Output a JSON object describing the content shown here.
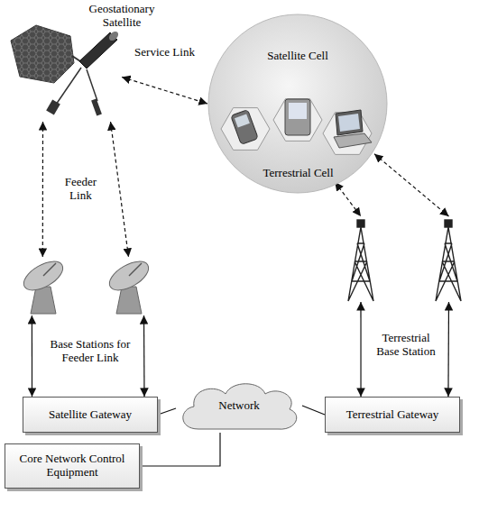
{
  "diagram": {
    "nodes": [
      {
        "text": [
          "Geostationary Satellite"
        ]
      },
      {
        "text": [
          "Satellite Cell"
        ]
      },
      {
        "text": [
          "Terrestrial Cell"
        ],
        "in": 1
      },
      {
        "text": [
          "Base Stations for Feeder Link"
        ]
      },
      {
        "text": [
          "Terrestrial Base Station"
        ]
      },
      {
        "text": [
          "Satellite Gateway"
        ]
      },
      {
        "text": [
          "Network"
        ]
      },
      {
        "text": [
          "Terrestrial Gateway"
        ]
      },
      {
        "text": [
          "Core Network Control Equipment"
        ]
      }
    ],
    "edges": [
      {
        "from": 0,
        "to": 1,
        "label": "Service Link",
        "arrow": "both"
      },
      {
        "from": 0,
        "to": 3,
        "label": "Feeder Link",
        "arrow": "both"
      },
      {
        "from": 0,
        "to": 3,
        "arrow": "both"
      },
      {
        "from": 3,
        "to": 5,
        "arrow": "both"
      },
      {
        "from": 3,
        "to": 5,
        "arrow": "both"
      },
      {
        "from": 2,
        "to": 4,
        "arrow": "both"
      },
      {
        "from": 2,
        "to": 4,
        "arrow": "both"
      },
      {
        "from": 4,
        "to": 7,
        "arrow": "both"
      },
      {
        "from": 4,
        "to": 7,
        "arrow": "both"
      },
      {
        "from": 5,
        "to": 6,
        "arrow": "none"
      },
      {
        "from": 6,
        "to": 7,
        "arrow": "none"
      },
      {
        "from": 8,
        "to": 6,
        "arrow": "none"
      }
    ]
  }
}
